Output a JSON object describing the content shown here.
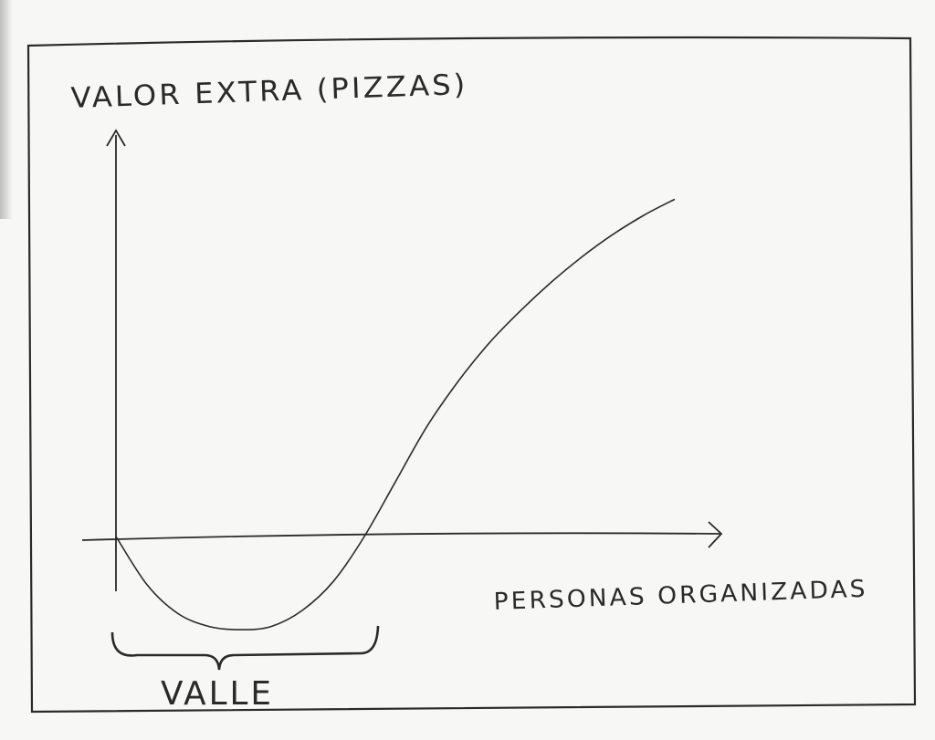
{
  "chart_data": {
    "type": "line",
    "title": "",
    "ylabel": "VALOR EXTRA (PIZZAS)",
    "xlabel": "PERSONAS ORGANIZADAS",
    "annotations": [
      {
        "text": "VALLE",
        "x_range": [
          0,
          0.41
        ]
      }
    ],
    "xlim": [
      0,
      1
    ],
    "ylim": [
      -0.35,
      1.1
    ],
    "grid": false,
    "legend": "none",
    "series": [
      {
        "x": [
          0,
          0.05,
          0.1,
          0.15,
          0.2,
          0.25,
          0.3,
          0.35,
          0.4,
          0.45,
          0.5,
          0.55,
          0.6,
          0.65,
          0.7,
          0.75,
          0.8,
          0.85,
          0.9
        ],
        "values": [
          0,
          -0.15,
          -0.24,
          -0.28,
          -0.29,
          -0.28,
          -0.23,
          -0.14,
          0.0,
          0.17,
          0.34,
          0.48,
          0.6,
          0.7,
          0.79,
          0.87,
          0.94,
          1.0,
          1.05
        ]
      }
    ],
    "colors": {
      "ink": "#2a2a2a",
      "paper": "#f7f7f5"
    }
  }
}
